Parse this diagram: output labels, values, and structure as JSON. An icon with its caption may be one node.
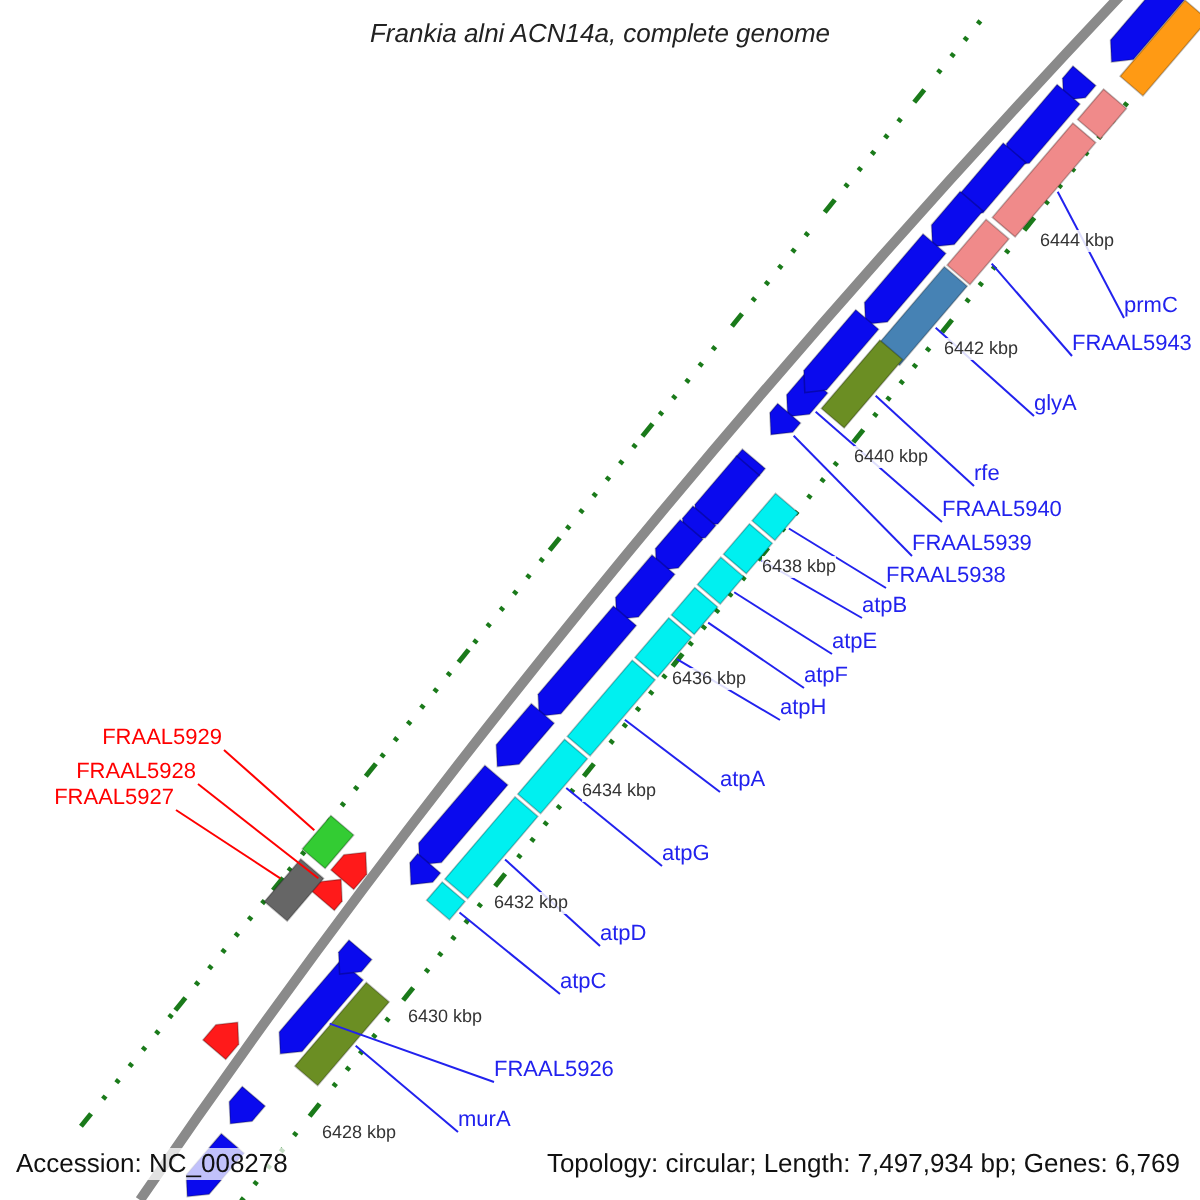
{
  "diagram": {
    "title": "Frankia alni ACN14a, complete genome",
    "nodes": [
      {
        "text": [
          "prmC"
        ]
      },
      {
        "text": [
          "FRAAL5943"
        ]
      },
      {
        "text": [
          "glyA"
        ]
      },
      {
        "text": [
          "rfe"
        ]
      },
      {
        "text": [
          "FRAAL5940"
        ]
      },
      {
        "text": [
          "FRAAL5939"
        ]
      },
      {
        "text": [
          "FRAAL5938"
        ]
      },
      {
        "text": [
          "atpB"
        ]
      },
      {
        "text": [
          "atpE"
        ]
      },
      {
        "text": [
          "atpF"
        ]
      },
      {
        "text": [
          "atpH"
        ]
      },
      {
        "text": [
          "atpA"
        ]
      },
      {
        "text": [
          "atpG"
        ]
      },
      {
        "text": [
          "atpD"
        ]
      },
      {
        "text": [
          "atpC"
        ]
      },
      {
        "text": [
          "FRAAL5926"
        ]
      },
      {
        "text": [
          "murA"
        ]
      },
      {
        "text": [
          "FRAAL5929"
        ]
      },
      {
        "text": [
          "FRAAL5928"
        ]
      },
      {
        "text": [
          "FRAAL5927"
        ]
      },
      {
        "text": [],
        "shape": "box"
      },
      {
        "text": [],
        "shape": "box"
      },
      {
        "text": [],
        "shape": "box"
      },
      {
        "text": [],
        "shape": "box"
      },
      {
        "text": [],
        "shape": "pentagon"
      },
      {
        "text": [],
        "shape": "pentagon"
      },
      {
        "text": [],
        "shape": "box"
      },
      {
        "text": [],
        "shape": "box"
      },
      {
        "text": [],
        "shape": "box"
      },
      {
        "text": [],
        "shape": "box"
      },
      {
        "text": [],
        "shape": "box"
      },
      {
        "text": [],
        "shape": "box"
      },
      {
        "text": [],
        "shape": "box"
      },
      {
        "text": [],
        "shape": "box"
      },
      {
        "text": [],
        "shape": "box"
      },
      {
        "text": [],
        "shape": "pentagon"
      },
      {
        "text": [],
        "shape": "box"
      },
      {
        "text": [],
        "shape": "box"
      },
      {
        "text": [],
        "shape": "pentagon"
      },
      {
        "text": [],
        "shape": "box"
      },
      {
        "text": [],
        "shape": "pentagon"
      },
      {
        "text": [],
        "shape": "box"
      },
      {
        "text": [],
        "shape": "pentagon"
      },
      {
        "text": [],
        "shape": "box"
      },
      {
        "text": [],
        "shape": "pentagon"
      },
      {
        "text": [],
        "shape": "pentagon"
      },
      {
        "text": [],
        "shape": "pentagon"
      },
      {
        "text": [],
        "shape": "pentagon"
      },
      {
        "text": [],
        "shape": "pentagon"
      },
      {
        "text": [],
        "shape": "pentagon"
      },
      {
        "text": [],
        "shape": "pentagon"
      },
      {
        "text": [],
        "shape": "pentagon"
      },
      {
        "text": [],
        "shape": "pentagon"
      },
      {
        "text": [],
        "shape": "pentagon"
      },
      {
        "text": [],
        "shape": "pentagon"
      },
      {
        "text": [],
        "shape": "pentagon"
      },
      {
        "text": [],
        "shape": "pentagon"
      },
      {
        "text": [],
        "shape": "pentagon"
      },
      {
        "text": [],
        "shape": "pentagon"
      },
      {
        "text": [],
        "shape": "pentagon"
      },
      {
        "text": [],
        "shape": "pentagon"
      },
      {
        "text": [],
        "shape": "pentagon"
      },
      {
        "text": [],
        "shape": "pentagon"
      }
    ],
    "edges": [
      {
        "from": 0,
        "to": 20,
        "arrow": "none"
      },
      {
        "from": 1,
        "to": 21,
        "arrow": "none"
      },
      {
        "from": 2,
        "to": 22,
        "arrow": "none"
      },
      {
        "from": 3,
        "to": 23,
        "arrow": "none"
      },
      {
        "from": 4,
        "to": 24,
        "arrow": "none"
      },
      {
        "from": 5,
        "to": 25,
        "arrow": "none"
      },
      {
        "from": 6,
        "to": 26,
        "arrow": "none"
      },
      {
        "from": 7,
        "to": 27,
        "arrow": "none"
      },
      {
        "from": 8,
        "to": 28,
        "arrow": "none"
      },
      {
        "from": 9,
        "to": 29,
        "arrow": "none"
      },
      {
        "from": 10,
        "to": 30,
        "arrow": "none"
      },
      {
        "from": 11,
        "to": 31,
        "arrow": "none"
      },
      {
        "from": 12,
        "to": 32,
        "arrow": "none"
      },
      {
        "from": 13,
        "to": 33,
        "arrow": "none"
      },
      {
        "from": 14,
        "to": 34,
        "arrow": "none"
      },
      {
        "from": 15,
        "to": 35,
        "arrow": "none"
      },
      {
        "from": 16,
        "to": 36,
        "arrow": "none"
      },
      {
        "from": 17,
        "to": 37,
        "arrow": "none",
        "color": "#ff0000"
      },
      {
        "from": 18,
        "to": 38,
        "arrow": "none",
        "color": "#ff0000"
      },
      {
        "from": 19,
        "to": 39,
        "arrow": "none",
        "color": "#ff0000"
      }
    ],
    "labels": [
      "6444 kbp",
      "6442 kbp",
      "6440 kbp",
      "6438 kbp",
      "6436 kbp",
      "6434 kbp",
      "6432 kbp",
      "6430 kbp",
      "6428 kbp",
      "Accession: NC_008278",
      "Topology: circular; Length: 7,497,934 bp; Genes: 6,769"
    ]
  }
}
